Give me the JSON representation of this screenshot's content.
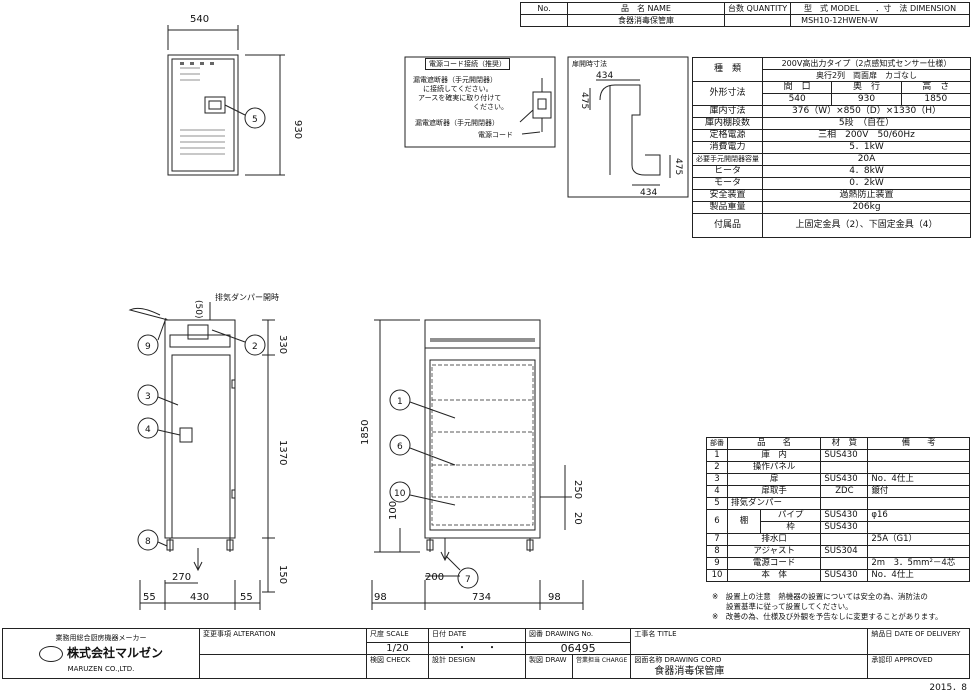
{
  "header": {
    "no_label": "No.",
    "name_label": "品　名 NAME",
    "qty_label": "台数 QUANTITY",
    "model_label": "型　式 MODEL　　．寸　法 DIMENSION",
    "product_name": "食器消毒保管庫",
    "model_value": "MSH10-12HWEN-W"
  },
  "dims_top": {
    "width": "540",
    "height": "930"
  },
  "dims_front": {
    "w430": "430",
    "w55l": "55",
    "w55r": "55",
    "w270": "270",
    "h330": "330",
    "h1370": "1370",
    "h150": "150",
    "top50": "(50)",
    "damper": "排気ダンパー開時"
  },
  "dims_side": {
    "h1850": "1850",
    "h100": "100",
    "w98l": "98",
    "w734": "734",
    "w98r": "98",
    "h250": "250",
    "h20": "20",
    "w200": "200"
  },
  "callouts": [
    "1",
    "2",
    "3",
    "4",
    "5",
    "6",
    "7",
    "8",
    "9",
    "10"
  ],
  "power_box": {
    "title": "電源コード接続（推奨）",
    "line1": "漏電遮断器（手元開閉器）",
    "line2": "に接続してください。",
    "line3": "アースを確実に取り付けて",
    "line4": "ください。",
    "label_breaker": "漏電遮断器（手元開閉器）",
    "label_cord": "電源コード"
  },
  "door_box": {
    "title": "扉開時寸法",
    "w1": "434",
    "h1": "475",
    "w2": "434",
    "h2": "475"
  },
  "spec": {
    "type_label": "種　類",
    "type_value1": "200V高出力タイプ（2点感知式センサー仕様）",
    "type_value2": "奥行2列　両面扉　カゴなし",
    "outer_label": "外形寸法",
    "col_w": "間　口",
    "col_d": "奥　行",
    "col_h": "高　さ",
    "val_w": "540",
    "val_d": "930",
    "val_h": "1850",
    "inner_label": "庫内寸法",
    "inner_value": "376（W）×850（D）×1330（H）",
    "shelves_label": "庫内棚段数",
    "shelves_value": "5段　（自在）",
    "power_label": "定格電源",
    "power_value": "三相　200V　50/60Hz",
    "consumption_label": "消費電力",
    "consumption_value": "5．1kW",
    "switch_label": "必要手元開閉器容量",
    "switch_value": "20A",
    "heater_label": "ヒータ",
    "heater_value": "4．8kW",
    "motor_label": "モータ",
    "motor_value": "0．2kW",
    "safety_label": "安全装置",
    "safety_value": "過熱防止装置",
    "weight_label": "製品重量",
    "weight_value": "206kg",
    "acc_label": "付属品",
    "acc_value": "上固定金具（2）、下固定金具（4）"
  },
  "parts": {
    "headers": [
      "部番",
      "品　　名",
      "材　質",
      "備　　考"
    ],
    "rows": [
      {
        "no": "1",
        "name": "庫　内",
        "mat": "SUS430",
        "note": ""
      },
      {
        "no": "2",
        "name": "操作パネル",
        "mat": "",
        "note": ""
      },
      {
        "no": "3",
        "name": "扉",
        "mat": "SUS430",
        "note": "No．4仕上"
      },
      {
        "no": "4",
        "name": "扉取手",
        "mat": "ZDC",
        "note": "鍍付"
      },
      {
        "no": "5",
        "name": "排気ダンパー",
        "mat": "",
        "note": ""
      },
      {
        "no": "7",
        "name": "排水口",
        "mat": "",
        "note": "25A（G1）"
      },
      {
        "no": "8",
        "name": "アジャスト",
        "mat": "SUS304",
        "note": ""
      },
      {
        "no": "9",
        "name": "電源コード",
        "mat": "",
        "note": "2m　3．5mm²－4芯"
      },
      {
        "no": "10",
        "name": "本　体",
        "mat": "SUS430",
        "note": "No．4仕上"
      }
    ],
    "shelf_no": "6",
    "shelf_name": "棚",
    "shelf_pipe": "パイプ",
    "shelf_pipe_mat": "SUS430",
    "shelf_pipe_note": "φ16",
    "shelf_frame": "枠",
    "shelf_frame_mat": "SUS430"
  },
  "notes": {
    "mark1": "※",
    "n1a": "設置上の注意　熱機器の設置については安全の為、消防法の",
    "n1b": "設置基準に従って設置してください。",
    "mark2": "※",
    "n2": "改善の為、仕様及び外観を予告なしに変更することがあります。"
  },
  "title_block": {
    "maker_line": "業務用総合厨房機器メーカー",
    "company": "株式会社マルゼン",
    "company_en": "MARUZEN CO.,LTD.",
    "change_label": "変更事項 ALTERATION",
    "scale_label": "尺度 SCALE",
    "scale_value": "1/20",
    "date_label": "日付 DATE",
    "date_value": "・　　・",
    "drawing_no_label": "図番 DRAWING No.",
    "drawing_no_value": "06495",
    "work_name_label": "工事名 TITLE",
    "delivery_label": "納品日 DATE OF DELIVERY",
    "check_label": "検図 CHECK",
    "design_label": "設計 DESIGN",
    "draw_label": "製図 DRAW",
    "charge_label": "営業担当 CHARGE",
    "cord_label": "図面名称 DRAWING CORD",
    "cord_value": "食器消毒保管庫",
    "approved_label": "承認印 APPROVED"
  },
  "footer_date": "2015．8"
}
